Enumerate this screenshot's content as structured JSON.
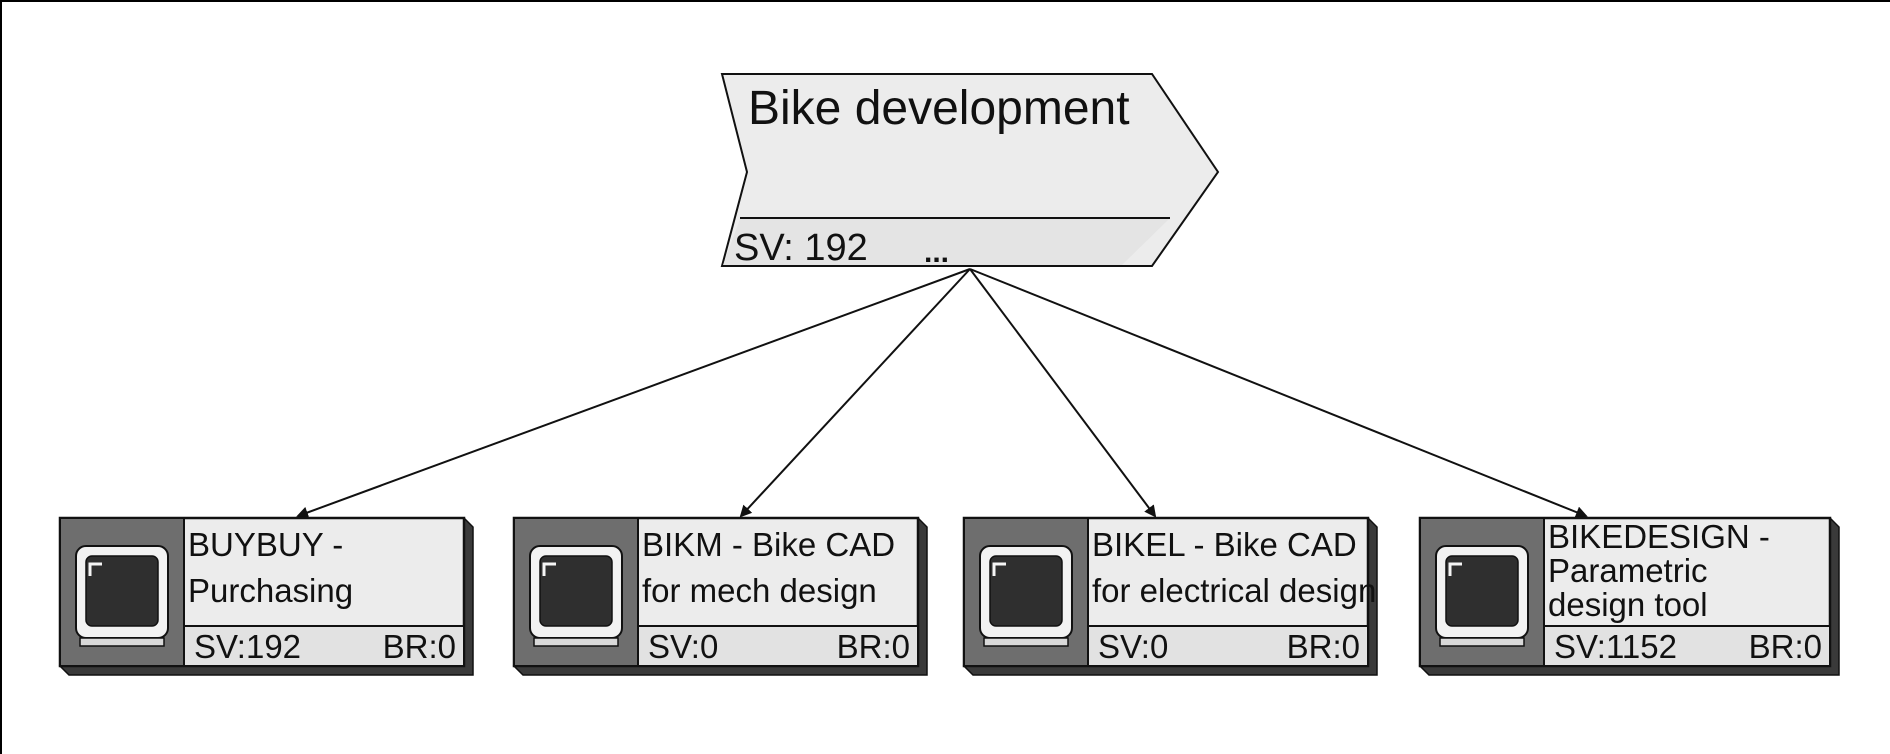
{
  "process": {
    "title": "Bike development",
    "sv": "SV: 192",
    "more": "..."
  },
  "systems": [
    {
      "name_lines": [
        "BUYBUY -",
        "Purchasing"
      ],
      "sv": "SV:192",
      "br": "BR:0",
      "icon": "computer-monitor-icon"
    },
    {
      "name_lines": [
        "BIKM - Bike CAD",
        "for mech design"
      ],
      "sv": "SV:0",
      "br": "BR:0",
      "icon": "computer-monitor-icon"
    },
    {
      "name_lines": [
        "BIKEL - Bike CAD",
        "for electrical design"
      ],
      "sv": "SV:0",
      "br": "BR:0",
      "icon": "computer-monitor-icon"
    },
    {
      "name_lines": [
        "BIKEDESIGN -",
        "Parametric",
        "design tool"
      ],
      "sv": "SV:1152",
      "br": "BR:0",
      "icon": "computer-monitor-icon"
    }
  ],
  "colors": {
    "panel_fill": "#ececec",
    "icon_panel": "#6e6e6e",
    "screen": "#2f2f2f",
    "shadow": "#3a3a3a",
    "line": "#111111"
  }
}
